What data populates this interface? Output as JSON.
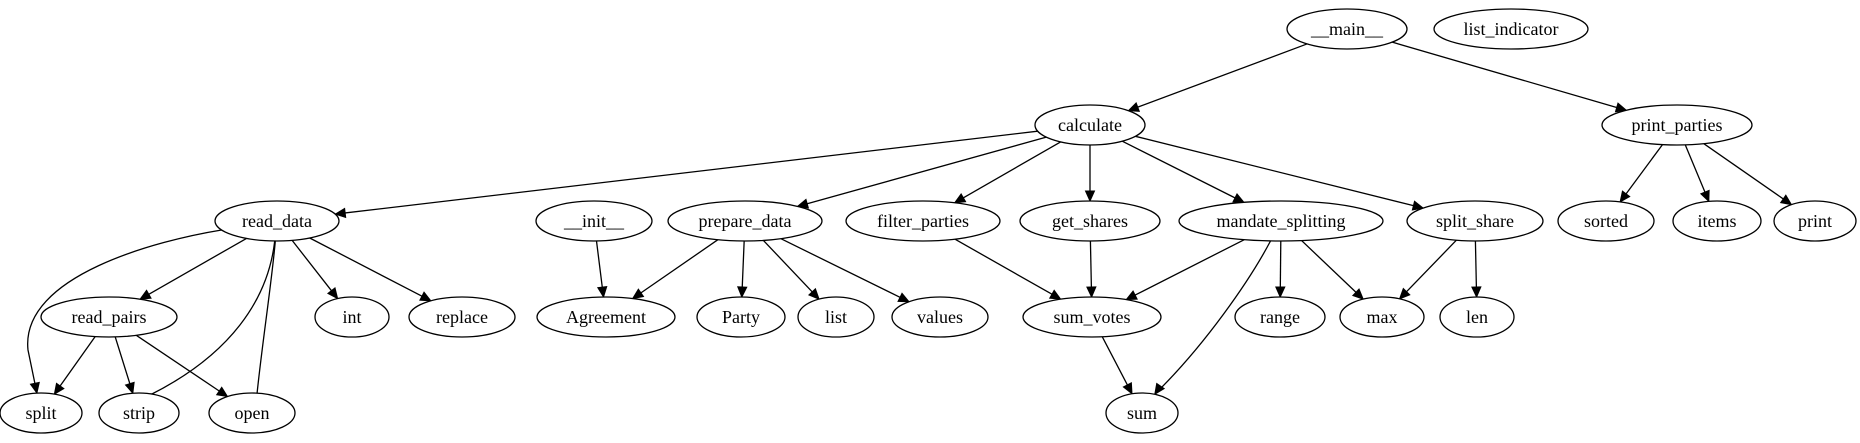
{
  "diagram": {
    "type": "call-graph",
    "nodes": [
      {
        "id": "main",
        "label": "__main__"
      },
      {
        "id": "list_indicator",
        "label": "list_indicator"
      },
      {
        "id": "calculate",
        "label": "calculate"
      },
      {
        "id": "print_parties",
        "label": "print_parties"
      },
      {
        "id": "read_data",
        "label": "read_data"
      },
      {
        "id": "init",
        "label": "__init__"
      },
      {
        "id": "prepare_data",
        "label": "prepare_data"
      },
      {
        "id": "filter_parties",
        "label": "filter_parties"
      },
      {
        "id": "get_shares",
        "label": "get_shares"
      },
      {
        "id": "mandate_splitting",
        "label": "mandate_splitting"
      },
      {
        "id": "split_share",
        "label": "split_share"
      },
      {
        "id": "sorted",
        "label": "sorted"
      },
      {
        "id": "items",
        "label": "items"
      },
      {
        "id": "print",
        "label": "print"
      },
      {
        "id": "read_pairs",
        "label": "read_pairs"
      },
      {
        "id": "int",
        "label": "int"
      },
      {
        "id": "replace",
        "label": "replace"
      },
      {
        "id": "Agreement",
        "label": "Agreement"
      },
      {
        "id": "Party",
        "label": "Party"
      },
      {
        "id": "list",
        "label": "list"
      },
      {
        "id": "values",
        "label": "values"
      },
      {
        "id": "sum_votes",
        "label": "sum_votes"
      },
      {
        "id": "range",
        "label": "range"
      },
      {
        "id": "max",
        "label": "max"
      },
      {
        "id": "len",
        "label": "len"
      },
      {
        "id": "split",
        "label": "split"
      },
      {
        "id": "strip",
        "label": "strip"
      },
      {
        "id": "open",
        "label": "open"
      },
      {
        "id": "sum",
        "label": "sum"
      }
    ],
    "edges": [
      {
        "from": "main",
        "to": "calculate"
      },
      {
        "from": "main",
        "to": "print_parties"
      },
      {
        "from": "calculate",
        "to": "read_data"
      },
      {
        "from": "calculate",
        "to": "prepare_data"
      },
      {
        "from": "calculate",
        "to": "filter_parties"
      },
      {
        "from": "calculate",
        "to": "get_shares"
      },
      {
        "from": "calculate",
        "to": "mandate_splitting"
      },
      {
        "from": "calculate",
        "to": "split_share"
      },
      {
        "from": "print_parties",
        "to": "sorted"
      },
      {
        "from": "print_parties",
        "to": "items"
      },
      {
        "from": "print_parties",
        "to": "print"
      },
      {
        "from": "read_data",
        "to": "read_pairs"
      },
      {
        "from": "read_data",
        "to": "int"
      },
      {
        "from": "read_data",
        "to": "replace"
      },
      {
        "from": "read_data",
        "to": "split"
      },
      {
        "from": "read_data",
        "to": "strip"
      },
      {
        "from": "read_data",
        "to": "open"
      },
      {
        "from": "read_pairs",
        "to": "split"
      },
      {
        "from": "read_pairs",
        "to": "strip"
      },
      {
        "from": "read_pairs",
        "to": "open"
      },
      {
        "from": "init",
        "to": "Agreement"
      },
      {
        "from": "prepare_data",
        "to": "Agreement"
      },
      {
        "from": "prepare_data",
        "to": "Party"
      },
      {
        "from": "prepare_data",
        "to": "list"
      },
      {
        "from": "prepare_data",
        "to": "values"
      },
      {
        "from": "filter_parties",
        "to": "sum_votes"
      },
      {
        "from": "get_shares",
        "to": "sum_votes"
      },
      {
        "from": "mandate_splitting",
        "to": "sum_votes"
      },
      {
        "from": "mandate_splitting",
        "to": "range"
      },
      {
        "from": "mandate_splitting",
        "to": "max"
      },
      {
        "from": "mandate_splitting",
        "to": "sum"
      },
      {
        "from": "split_share",
        "to": "max"
      },
      {
        "from": "split_share",
        "to": "len"
      },
      {
        "from": "sum_votes",
        "to": "sum"
      }
    ]
  }
}
